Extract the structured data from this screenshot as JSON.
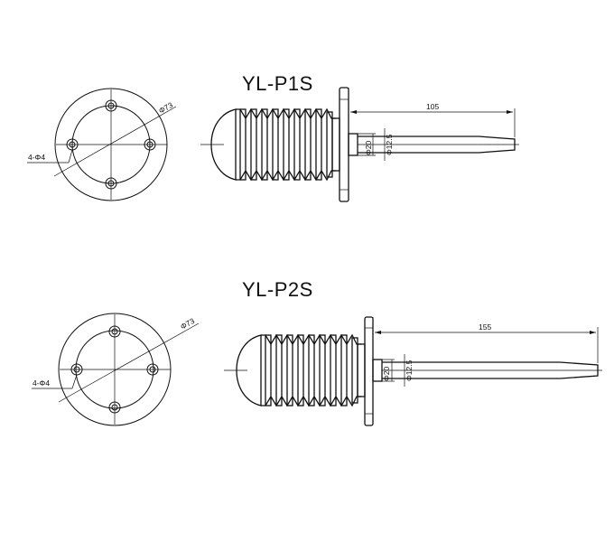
{
  "drawings": [
    {
      "title": "YL-P1S",
      "flange_diameter": "Φ73",
      "bolt_holes": "4-Φ4",
      "length": "105",
      "bore_outer": "Φ20",
      "bore_inner": "Φ12.5"
    },
    {
      "title": "YL-P2S",
      "flange_diameter": "Φ73",
      "bolt_holes": "4-Φ4",
      "length": "155",
      "bore_outer": "Φ20",
      "bore_inner": "Φ12.5"
    }
  ]
}
